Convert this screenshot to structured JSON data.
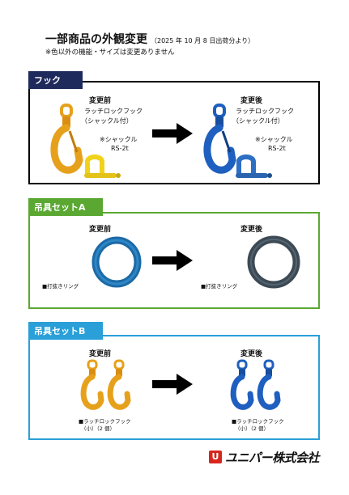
{
  "header": {
    "title": "一部商品の外観変更",
    "date_note": "（2025 年 10 月 8 日出荷分より）",
    "subtitle": "※色以外の機能・サイズは変更ありません"
  },
  "sections": {
    "hook": {
      "tab": "フック",
      "before_label": "変更前",
      "after_label": "変更後",
      "before_name_1": "ラッチロックフック",
      "before_name_2": "（シャックル付）",
      "before_note_1": "※シャックル",
      "before_note_2": "RS-2t",
      "after_name_1": "ラッチロックフック",
      "after_name_2": "（シャックル付）",
      "after_note_1": "※シャックル",
      "after_note_2": "RS-2t",
      "border_color": "#000000",
      "tab_color": "#1f2a5c"
    },
    "setA": {
      "tab": "吊具セットA",
      "before_label": "変更前",
      "after_label": "変更後",
      "before_caption": "■打抜きリング",
      "after_caption": "■打抜きリング",
      "border_color": "#5aa832"
    },
    "setB": {
      "tab": "吊具セットB",
      "before_label": "変更前",
      "after_label": "変更後",
      "before_caption_1": "■ラッチロックフック",
      "before_caption_2": "（小）（2 個）",
      "after_caption_1": "■ラッチロックフック",
      "after_caption_2": "（小）（2 個）",
      "border_color": "#2a9fd8"
    }
  },
  "footer": {
    "company": "ユニパー株式会社",
    "logo_mark": "U"
  },
  "colors": {
    "old_hook": "#e6a11c",
    "new_hook": "#1f5fbf",
    "old_shackle": "#f0d21a",
    "new_shackle": "#2d6fc4",
    "old_ring": "#1c6aa6",
    "new_ring": "#3c4a55"
  }
}
